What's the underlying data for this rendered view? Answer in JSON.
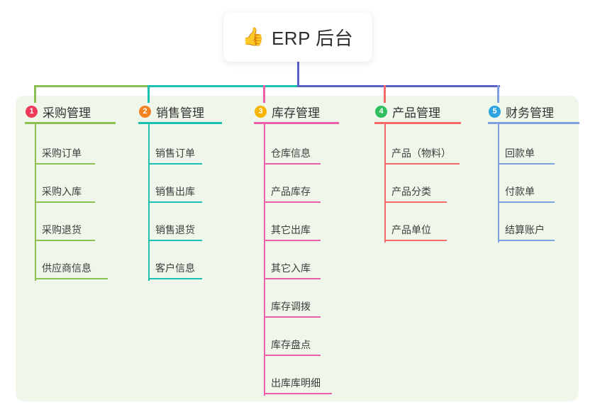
{
  "root": {
    "icon": "thumbs-up-icon",
    "emoji": "👍",
    "title": "ERP 后台"
  },
  "colors": {
    "panel_background": "#eff7ea",
    "page_background": "#ffffff",
    "root_stem": "#5b5fc7",
    "hbar_left": "#8cc152",
    "hbar_mid": "#19c2b0",
    "hbar_right": "#5b5fc7",
    "column_1": "#8cc152",
    "column_2": "#19c2b0",
    "column_3": "#ef5fa7",
    "column_4": "#f46a6a",
    "column_5": "#7f9fe0",
    "badge_1": "#ef3b5b",
    "badge_2": "#f58220",
    "badge_3": "#f7b500",
    "badge_4": "#2fbf5f",
    "badge_5": "#2aa3e0"
  },
  "columns": [
    {
      "badge": "1",
      "badge_color": "#ef3b5b",
      "line_color": "#8cc152",
      "title": "采购管理",
      "items": [
        "采购订单",
        "采购入库",
        "采购退货",
        "供应商信息"
      ]
    },
    {
      "badge": "2",
      "badge_color": "#f58220",
      "line_color": "#19c2b0",
      "title": "销售管理",
      "items": [
        "销售订单",
        "销售出库",
        "销售退货",
        "客户信息"
      ]
    },
    {
      "badge": "3",
      "badge_color": "#f7b500",
      "line_color": "#ef5fa7",
      "title": "库存管理",
      "items": [
        "仓库信息",
        "产品库存",
        "其它出库",
        "其它入库",
        "库存调拨",
        "库存盘点",
        "出库库明细"
      ]
    },
    {
      "badge": "4",
      "badge_color": "#2fbf5f",
      "line_color": "#f46a6a",
      "title": "产品管理",
      "items": [
        "产品（物料）",
        "产品分类",
        "产品单位"
      ]
    },
    {
      "badge": "5",
      "badge_color": "#2aa3e0",
      "line_color": "#7f9fe0",
      "title": "财务管理",
      "items": [
        "回款单",
        "付款单",
        "结算账户"
      ]
    }
  ]
}
